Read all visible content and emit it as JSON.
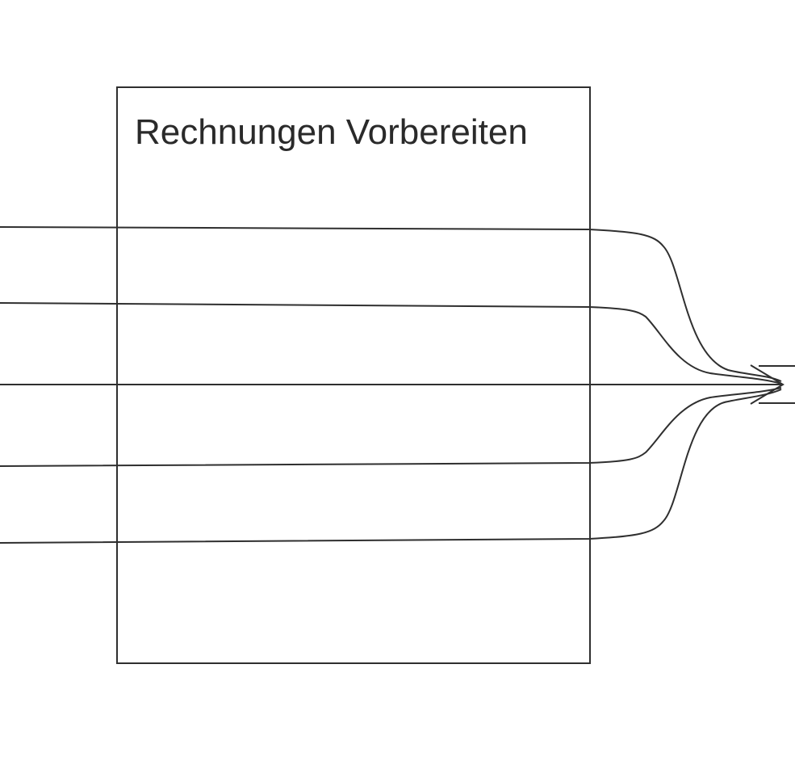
{
  "process_box": {
    "title": "Rechnungen Vorbereiten"
  },
  "flow_lines": [
    {
      "id": "flow-line-1"
    },
    {
      "id": "flow-line-2"
    },
    {
      "id": "flow-line-3"
    },
    {
      "id": "flow-line-4"
    },
    {
      "id": "flow-line-5"
    }
  ],
  "colors": {
    "stroke": "#2f2f2f",
    "text": "#2a2a2a",
    "background": "#ffffff"
  }
}
